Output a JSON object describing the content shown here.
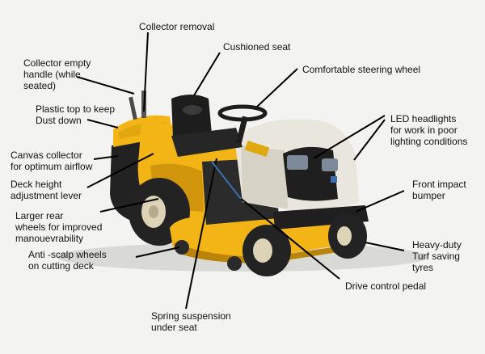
{
  "callouts": [
    {
      "id": "collector-removal",
      "text": "Collector removal"
    },
    {
      "id": "cushioned-seat",
      "text": "Cushioned seat"
    },
    {
      "id": "steering-wheel",
      "text": "Comfortable steering wheel"
    },
    {
      "id": "collector-empty-handle",
      "text": "Collector empty\nhandle (while\nseated)"
    },
    {
      "id": "plastic-top",
      "text": "Plastic top to keep\nDust down"
    },
    {
      "id": "led-headlights",
      "text": "LED headlights\nfor work in poor\nlighting conditions"
    },
    {
      "id": "canvas-collector",
      "text": "Canvas collector\nfor optimum airflow"
    },
    {
      "id": "deck-height-lever",
      "text": "Deck height\nadjustment lever"
    },
    {
      "id": "front-impact-bumper",
      "text": "Front impact\nbumper"
    },
    {
      "id": "larger-rear-wheels",
      "text": "Larger rear\nwheels for improved\nmanouevrability"
    },
    {
      "id": "heavy-duty-tyres",
      "text": "Heavy-duty\nTurf saving\ntyres"
    },
    {
      "id": "anti-scalp-wheels",
      "text": "Anti -scalp wheels\non cutting deck"
    },
    {
      "id": "drive-control-pedal",
      "text": "Drive control pedal"
    },
    {
      "id": "spring-suspension",
      "text": "Spring suspension\nunder seat"
    }
  ],
  "colors": {
    "body_yellow": "#f2b515",
    "body_shade": "#d1960c",
    "hood_white": "#e9e6de",
    "seat_black": "#1d1d1d",
    "tyre_black": "#232323",
    "hub_cream": "#ddd3b6",
    "leader_line": "#000000",
    "pedal_line": "#3d6fb0"
  }
}
